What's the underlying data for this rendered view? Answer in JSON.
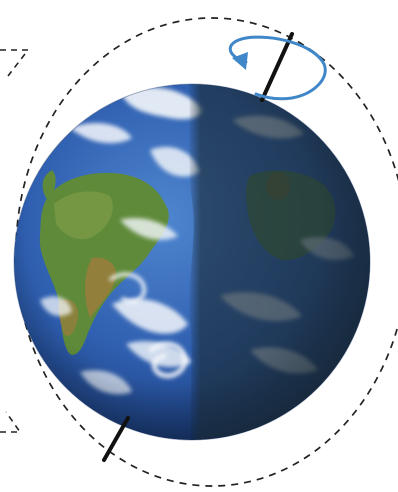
{
  "diagram": {
    "subject": "earth-day-night-rotation",
    "elements": [
      "earth-globe",
      "day-side",
      "night-side",
      "terminator-line",
      "rotation-axis",
      "rotation-arrow",
      "orbit-path",
      "sun-ray-wedge"
    ],
    "colors": {
      "background": "#ffffff",
      "ocean": "#2f5fb0",
      "ocean_deep": "#1d3f86",
      "land_green": "#5f8a3a",
      "land_brown": "#9a7c3c",
      "cloud": "#f4f7fb",
      "night_tint": "#1a2a33",
      "axis": "#111111",
      "rotation_arrow": "#3f87c9",
      "orbit_dash": "#222222"
    }
  }
}
